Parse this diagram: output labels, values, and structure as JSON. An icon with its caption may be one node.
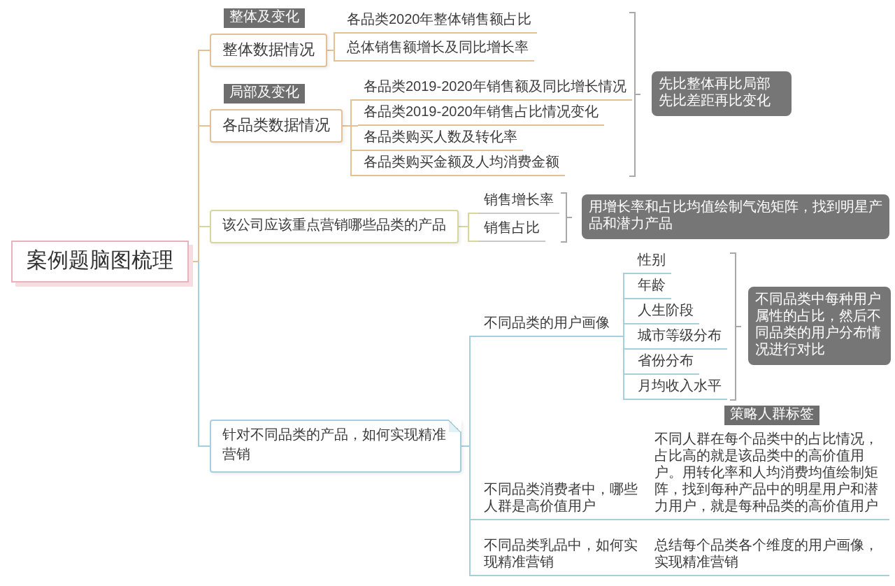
{
  "diagram": {
    "nodes": [
      {
        "text": [
          "案例题脑图梳理"
        ]
      },
      {
        "text": [
          "整体数据情况"
        ],
        "beside": [
          "整体及变化"
        ]
      },
      {
        "text": [
          "各品类2020年整体销售额占比"
        ]
      },
      {
        "text": [
          "总体销售额增长及同比增长率"
        ]
      },
      {
        "text": [
          "各品类数据情况"
        ],
        "beside": [
          "局部及变化"
        ]
      },
      {
        "text": [
          "各品类2019-2020年销售额及同比增长情况"
        ]
      },
      {
        "text": [
          "各品类2019-2020年销售占比情况变化"
        ]
      },
      {
        "text": [
          "各品类购买人数及转化率"
        ]
      },
      {
        "text": [
          "各品类购买金额及人均消费金额"
        ]
      },
      {
        "text": [
          "先比整体再比局部",
          "先比差距再比变化"
        ]
      },
      {
        "text": [
          "该公司应该重点营销哪些品类的产品"
        ]
      },
      {
        "text": [
          "销售增长率"
        ]
      },
      {
        "text": [
          "销售占比"
        ]
      },
      {
        "text": [
          "用增长率和占比均值绘制气泡矩阵，找到明星产品和潜力产品"
        ]
      },
      {
        "text": [
          "针对不同品类的产品，如何实现精准营销"
        ]
      },
      {
        "text": [
          "不同品类的用户画像"
        ]
      },
      {
        "text": [
          "性别"
        ]
      },
      {
        "text": [
          "年龄"
        ]
      },
      {
        "text": [
          "人生阶段"
        ]
      },
      {
        "text": [
          "城市等级分布"
        ]
      },
      {
        "text": [
          "省份分布"
        ]
      },
      {
        "text": [
          "月均收入水平"
        ]
      },
      {
        "text": [
          "不同品类中每种用户属性的占比，然后不同品类的用户分布情况进行对比"
        ]
      },
      {
        "text": [
          "不同品类消费者中，哪些人群是高价值用户"
        ]
      },
      {
        "text": [
          "不同人群在每个品类中的占比情况，占比高的就是该品类中的高价值用户。用转化率和人均消费均值绘制矩阵，找到每种产品中的明星用户和潜力用户，就是每种品类的高价值用户"
        ],
        "beside": [
          "策略人群标签"
        ]
      },
      {
        "text": [
          "不同品类乳品中，如何实现精准营销"
        ]
      },
      {
        "text": [
          "总结每个品类各个维度的用户画像，实现精准营销"
        ]
      }
    ],
    "edges": [
      {
        "from": 0,
        "to": 1,
        "arrow": "none",
        "color": "#e3c096"
      },
      {
        "from": 0,
        "to": 4,
        "arrow": "none",
        "color": "#e3c096"
      },
      {
        "from": 1,
        "to": 2,
        "arrow": "none",
        "color": "#e3c096"
      },
      {
        "from": 1,
        "to": 3,
        "arrow": "none",
        "color": "#e3c096"
      },
      {
        "from": 4,
        "to": 5,
        "arrow": "none",
        "color": "#e3c096"
      },
      {
        "from": 4,
        "to": 6,
        "arrow": "none",
        "color": "#e3c096"
      },
      {
        "from": 4,
        "to": 7,
        "arrow": "none",
        "color": "#e3c096"
      },
      {
        "from": 4,
        "to": 8,
        "arrow": "none",
        "color": "#e3c096"
      },
      {
        "from": 0,
        "to": 10,
        "arrow": "none",
        "color": "#d6d79c"
      },
      {
        "from": 10,
        "to": 11,
        "arrow": "none",
        "color": "#d6d79c"
      },
      {
        "from": 10,
        "to": 12,
        "arrow": "none",
        "color": "#d6d79c"
      },
      {
        "from": 0,
        "to": 14,
        "arrow": "none"
      },
      {
        "from": 14,
        "to": 15,
        "arrow": "none"
      },
      {
        "from": 14,
        "to": 23,
        "arrow": "none"
      },
      {
        "from": 14,
        "to": 25,
        "arrow": "none"
      },
      {
        "from": 15,
        "to": 16,
        "arrow": "none"
      },
      {
        "from": 15,
        "to": 17,
        "arrow": "none"
      },
      {
        "from": 15,
        "to": 18,
        "arrow": "none"
      },
      {
        "from": 15,
        "to": 19,
        "arrow": "none"
      },
      {
        "from": 15,
        "to": 20,
        "arrow": "none"
      },
      {
        "from": 15,
        "to": 21,
        "arrow": "none"
      },
      {
        "from": 23,
        "to": 24,
        "arrow": "none"
      },
      {
        "from": 25,
        "to": 26,
        "arrow": "none"
      }
    ]
  }
}
